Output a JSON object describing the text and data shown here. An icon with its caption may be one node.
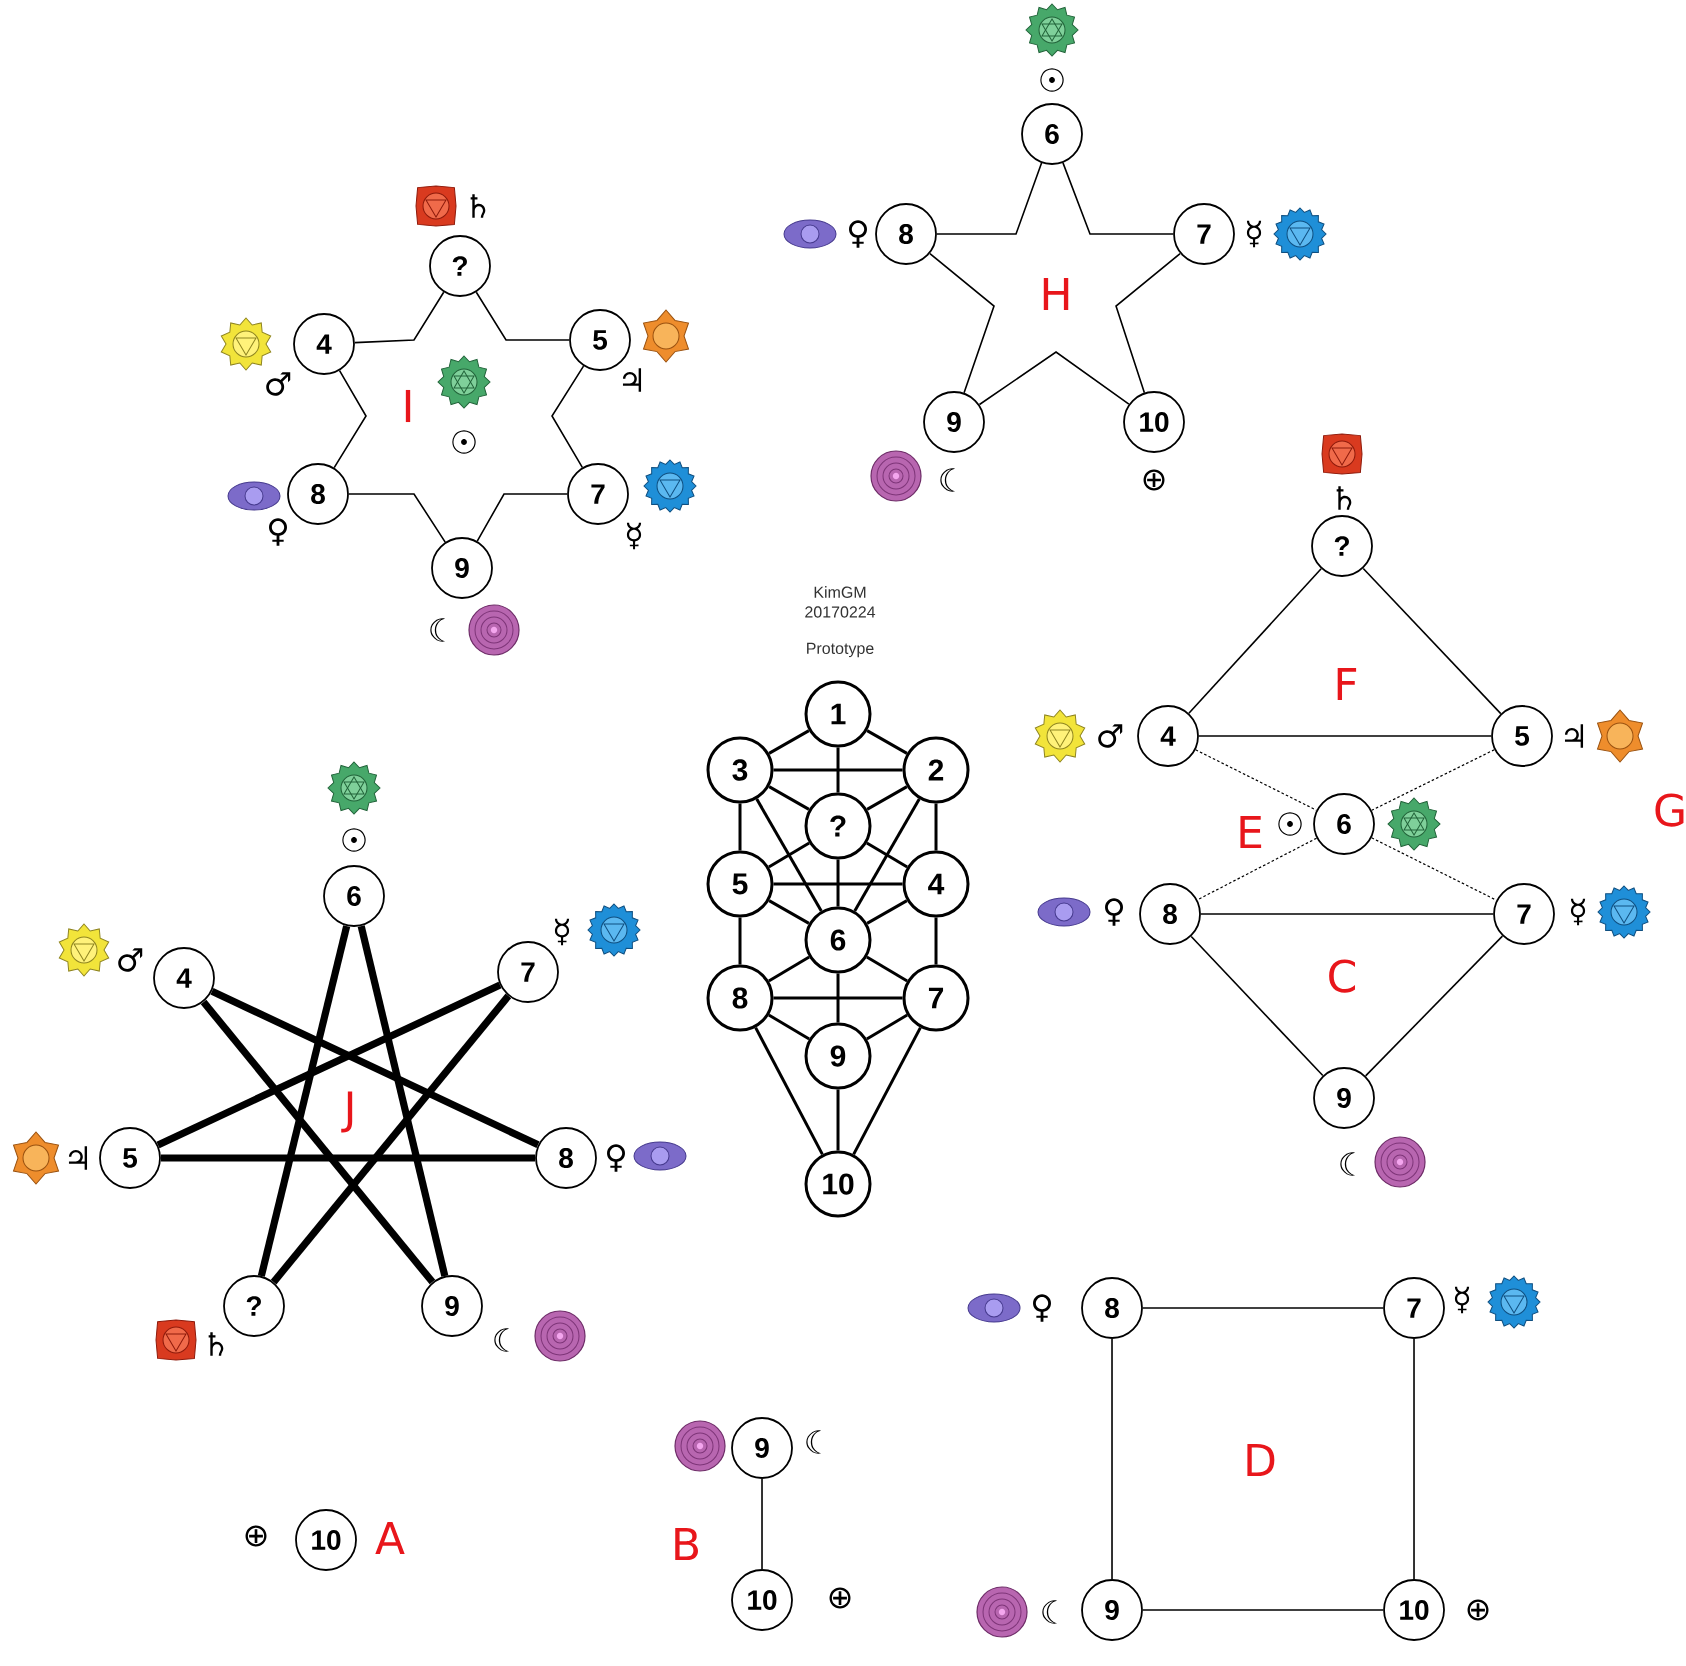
{
  "diagram": {
    "nodes": [
      {
        "text": [
          "6"
        ],
        "beside": [
          "☉"
        ]
      },
      {
        "text": [
          "8"
        ],
        "beside": [
          "♀"
        ]
      },
      {
        "text": [
          "7"
        ],
        "beside": [
          "☿"
        ]
      },
      {
        "text": [
          "9"
        ],
        "beside": [
          "☾"
        ]
      },
      {
        "text": [
          "10"
        ],
        "beside": [
          "⊕"
        ]
      },
      {
        "text": [
          "?"
        ],
        "beside": [
          "♄"
        ]
      },
      {
        "text": [
          "4"
        ],
        "beside": [
          "♂"
        ]
      },
      {
        "text": [
          "5"
        ],
        "beside": [
          "♃"
        ]
      },
      {
        "text": [
          "8"
        ],
        "beside": [
          "♀"
        ]
      },
      {
        "text": [
          "7"
        ],
        "beside": [
          "☿"
        ]
      },
      {
        "text": [
          "9"
        ],
        "beside": [
          "☾"
        ]
      },
      {
        "text": [
          "1"
        ]
      },
      {
        "text": [
          "3"
        ]
      },
      {
        "text": [
          "2"
        ]
      },
      {
        "text": [
          "?"
        ]
      },
      {
        "text": [
          "5"
        ]
      },
      {
        "text": [
          "4"
        ]
      },
      {
        "text": [
          "6"
        ]
      },
      {
        "text": [
          "8"
        ]
      },
      {
        "text": [
          "7"
        ]
      },
      {
        "text": [
          "9"
        ]
      },
      {
        "text": [
          "10"
        ]
      },
      {
        "text": [
          "?"
        ],
        "beside": [
          "♄"
        ]
      },
      {
        "text": [
          "4"
        ],
        "beside": [
          "♂"
        ]
      },
      {
        "text": [
          "5"
        ],
        "beside": [
          "♃"
        ]
      },
      {
        "text": [
          "6"
        ],
        "beside": [
          "☉"
        ]
      },
      {
        "text": [
          "8"
        ],
        "beside": [
          "♀"
        ]
      },
      {
        "text": [
          "7"
        ],
        "beside": [
          "☿"
        ]
      },
      {
        "text": [
          "9"
        ],
        "beside": [
          "☾"
        ]
      },
      {
        "text": [
          "6"
        ],
        "beside": [
          "☉"
        ]
      },
      {
        "text": [
          "4"
        ],
        "beside": [
          "♂"
        ]
      },
      {
        "text": [
          "7"
        ],
        "beside": [
          "☿"
        ]
      },
      {
        "text": [
          "5"
        ],
        "beside": [
          "♃"
        ]
      },
      {
        "text": [
          "8"
        ],
        "beside": [
          "♀"
        ]
      },
      {
        "text": [
          "?"
        ],
        "beside": [
          "♄"
        ]
      },
      {
        "text": [
          "9"
        ],
        "beside": [
          "☾"
        ]
      },
      {
        "text": [
          "10"
        ],
        "beside": [
          "⊕"
        ]
      },
      {
        "text": [
          "9"
        ],
        "beside": [
          "☾"
        ]
      },
      {
        "text": [
          "10"
        ],
        "beside": [
          "⊕"
        ]
      },
      {
        "text": [
          "8"
        ],
        "beside": [
          "♀"
        ]
      },
      {
        "text": [
          "7"
        ],
        "beside": [
          "☿"
        ]
      },
      {
        "text": [
          "9"
        ],
        "beside": [
          "☾"
        ]
      },
      {
        "text": [
          "10"
        ],
        "beside": [
          "⊕"
        ]
      }
    ],
    "edges": [
      {
        "from": 0,
        "to": 1,
        "arrow": "none"
      },
      {
        "from": 0,
        "to": 2,
        "arrow": "none"
      },
      {
        "from": 1,
        "to": 3,
        "arrow": "none"
      },
      {
        "from": 2,
        "to": 4,
        "arrow": "none"
      },
      {
        "from": 3,
        "to": 4,
        "arrow": "none"
      },
      {
        "from": 5,
        "to": 6,
        "arrow": "none"
      },
      {
        "from": 5,
        "to": 7,
        "arrow": "none"
      },
      {
        "from": 6,
        "to": 8,
        "arrow": "none"
      },
      {
        "from": 7,
        "to": 9,
        "arrow": "none"
      },
      {
        "from": 8,
        "to": 10,
        "arrow": "none"
      },
      {
        "from": 9,
        "to": 10,
        "arrow": "none"
      },
      {
        "from": 11,
        "to": 12,
        "arrow": "none"
      },
      {
        "from": 11,
        "to": 13,
        "arrow": "none"
      },
      {
        "from": 11,
        "to": 14,
        "arrow": "none"
      },
      {
        "from": 12,
        "to": 13,
        "arrow": "none"
      },
      {
        "from": 12,
        "to": 14,
        "arrow": "none"
      },
      {
        "from": 13,
        "to": 14,
        "arrow": "none"
      },
      {
        "from": 12,
        "to": 15,
        "arrow": "none"
      },
      {
        "from": 13,
        "to": 16,
        "arrow": "none"
      },
      {
        "from": 12,
        "to": 17,
        "arrow": "none"
      },
      {
        "from": 13,
        "to": 17,
        "arrow": "none"
      },
      {
        "from": 14,
        "to": 15,
        "arrow": "none"
      },
      {
        "from": 14,
        "to": 16,
        "arrow": "none"
      },
      {
        "from": 14,
        "to": 17,
        "arrow": "none"
      },
      {
        "from": 15,
        "to": 16,
        "arrow": "none"
      },
      {
        "from": 15,
        "to": 17,
        "arrow": "none"
      },
      {
        "from": 16,
        "to": 17,
        "arrow": "none"
      },
      {
        "from": 15,
        "to": 18,
        "arrow": "none"
      },
      {
        "from": 16,
        "to": 19,
        "arrow": "none"
      },
      {
        "from": 17,
        "to": 18,
        "arrow": "none"
      },
      {
        "from": 17,
        "to": 19,
        "arrow": "none"
      },
      {
        "from": 17,
        "to": 20,
        "arrow": "none"
      },
      {
        "from": 18,
        "to": 19,
        "arrow": "none"
      },
      {
        "from": 18,
        "to": 20,
        "arrow": "none"
      },
      {
        "from": 19,
        "to": 20,
        "arrow": "none"
      },
      {
        "from": 18,
        "to": 21,
        "arrow": "none"
      },
      {
        "from": 19,
        "to": 21,
        "arrow": "none"
      },
      {
        "from": 20,
        "to": 21,
        "arrow": "none"
      },
      {
        "from": 22,
        "to": 23,
        "arrow": "none"
      },
      {
        "from": 22,
        "to": 24,
        "arrow": "none"
      },
      {
        "from": 23,
        "to": 24,
        "arrow": "none"
      },
      {
        "from": 23,
        "to": 25,
        "arrow": "none",
        "style": "dashed"
      },
      {
        "from": 24,
        "to": 25,
        "arrow": "none",
        "style": "dashed"
      },
      {
        "from": 25,
        "to": 26,
        "arrow": "none",
        "style": "dashed"
      },
      {
        "from": 25,
        "to": 27,
        "arrow": "none",
        "style": "dashed"
      },
      {
        "from": 26,
        "to": 27,
        "arrow": "none"
      },
      {
        "from": 26,
        "to": 28,
        "arrow": "none"
      },
      {
        "from": 27,
        "to": 28,
        "arrow": "none"
      },
      {
        "from": 29,
        "to": 34,
        "arrow": "none",
        "style": "thick"
      },
      {
        "from": 29,
        "to": 35,
        "arrow": "none",
        "style": "thick"
      },
      {
        "from": 30,
        "to": 33,
        "arrow": "none",
        "style": "thick"
      },
      {
        "from": 30,
        "to": 35,
        "arrow": "none",
        "style": "thick"
      },
      {
        "from": 31,
        "to": 32,
        "arrow": "none",
        "style": "thick"
      },
      {
        "from": 31,
        "to": 34,
        "arrow": "none",
        "style": "thick"
      },
      {
        "from": 32,
        "to": 33,
        "arrow": "none",
        "style": "thick"
      },
      {
        "from": 37,
        "to": 38,
        "arrow": "none"
      },
      {
        "from": 39,
        "to": 40,
        "arrow": "none"
      },
      {
        "from": 39,
        "to": 41,
        "arrow": "none"
      },
      {
        "from": 40,
        "to": 42,
        "arrow": "none"
      },
      {
        "from": 41,
        "to": 42,
        "arrow": "none"
      }
    ],
    "labels": [
      "H",
      "I",
      "☉",
      "KimGM",
      "20170224",
      "Prototype",
      "F",
      "G",
      "E",
      "C",
      "J",
      "D",
      "A",
      "B"
    ]
  }
}
